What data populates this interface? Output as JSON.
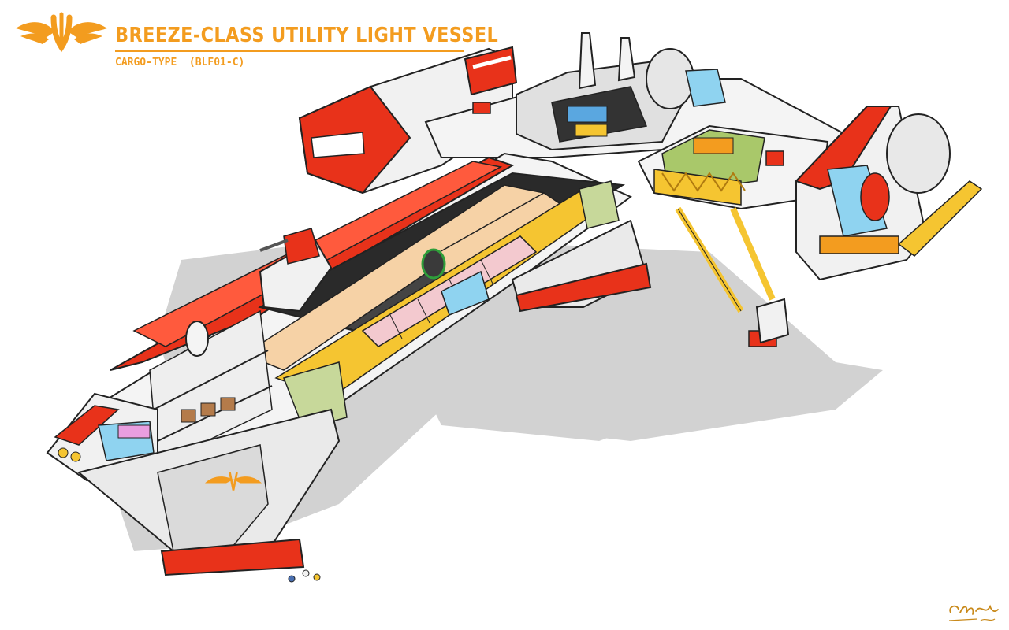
{
  "header": {
    "title": "BREEZE-CLASS UTILITY LIGHT VESSEL",
    "subtitle": "CARGO-TYPE  (BLF01-C)"
  },
  "colors": {
    "accent": "#f39c1f",
    "hull_red": "#e8321a",
    "hull_white": "#f1f1f1",
    "hull_grey": "#c9c9c9",
    "shadow": "#d0d0d0",
    "cargo_tan": "#f6d2a6",
    "cargo_pink": "#f3c9cf",
    "cargo_green": "#c7d89a",
    "frame_yellow": "#f5c531",
    "glass_blue": "#8fd3f0"
  },
  "icons": {
    "emblem": "winged-emblem-icon",
    "signature": "artist-signature"
  }
}
